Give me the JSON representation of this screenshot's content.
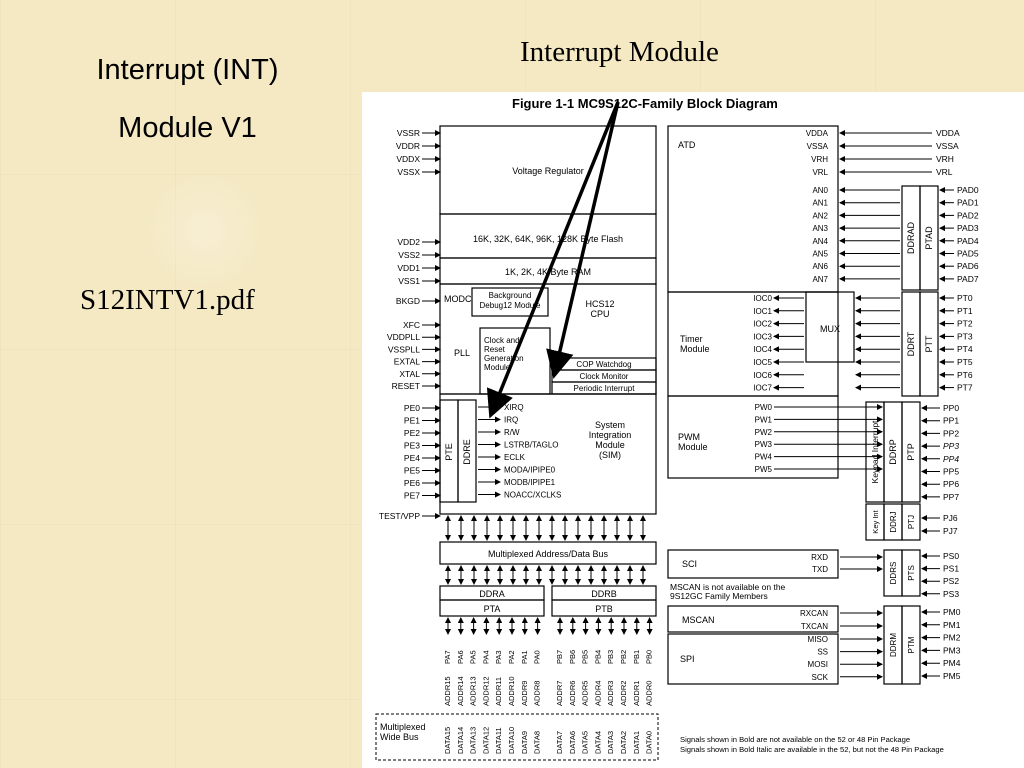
{
  "slide": {
    "title_line1": "Interrupt (INT)",
    "title_line2": "Module V1",
    "pdf_name": "S12INTV1.pdf",
    "callout": "Interrupt Module"
  },
  "figure": {
    "caption": "Figure 1-1  MC9S12C-Family Block Diagram",
    "blocks": {
      "voltage_regulator": "Voltage Regulator",
      "flash": "16K, 32K, 64K, 96K, 128K Byte Flash",
      "ram": "1K, 2K, 4K Byte RAM",
      "modc": "MODC",
      "bdm": [
        "Background",
        "Debug12 Module"
      ],
      "cpu": [
        "HCS12",
        "CPU"
      ],
      "pll": "PLL",
      "clock_gen": [
        "Clock and",
        "Reset",
        "Generation",
        "Module"
      ],
      "cop": "COP Watchdog",
      "clock_monitor": "Clock Monitor",
      "periodic_interrupt": "Periodic Interrupt",
      "pte": "PTE",
      "ddre": "DDRE",
      "sim_signals": [
        "XIRQ",
        "IRQ",
        "R/W",
        "LSTRB/TAGLO",
        "ECLK",
        "MODA/IPIPE0",
        "MODB/IPIPE1",
        "NOACC/XCLKS"
      ],
      "sim": [
        "System",
        "Integration",
        "Module",
        "(SIM)"
      ],
      "mux_bus": "Multiplexed Address/Data Bus",
      "ddra": "DDRA",
      "pta": "PTA",
      "ddrb": "DDRB",
      "ptb": "PTB",
      "atd": "ATD",
      "timer": [
        "Timer",
        "Module"
      ],
      "mux": "MUX",
      "pwm": [
        "PWM",
        "Module"
      ],
      "sci": "SCI",
      "mscan_note": [
        "MSCAN is not available on the",
        "9S12GC Family Members"
      ],
      "mscan": "MSCAN",
      "spi": "SPI",
      "ddrad": "DDRAD",
      "ptad": "PTAD",
      "ddrt": "DDRT",
      "ptt": "PTT",
      "keypad": "Keypad Interrupt",
      "ddrp": "DDRP",
      "ptp": "PTP",
      "keyint": "Key Int",
      "ddrj": "DDRJ",
      "ptj": "PTJ",
      "ddrs": "DDRS",
      "pts": "PTS",
      "ddrm": "DDRM",
      "ptm": "PTM",
      "mux_wide": [
        "Multiplexed",
        "Wide Bus"
      ]
    },
    "left_pins_power": [
      "VSSR",
      "VDDR",
      "VDDX",
      "VSSX"
    ],
    "left_pins_flash": [
      "VDD2",
      "VSS2",
      "VDD1",
      "VSS1"
    ],
    "left_pins_clock": [
      "BKGD",
      "XFC",
      "VDDPLL",
      "VSSPLL",
      "EXTAL",
      "XTAL",
      "RESET"
    ],
    "left_pins_pe": [
      "PE0",
      "PE1",
      "PE2",
      "PE3",
      "PE4",
      "PE5",
      "PE6",
      "PE7"
    ],
    "test_pin": "TEST/VPP",
    "atd_in": [
      "VDDA",
      "VSSA",
      "VRH",
      "VRL"
    ],
    "atd_out": [
      "VDDA",
      "VSSA",
      "VRH",
      "VRL"
    ],
    "an": [
      "AN0",
      "AN1",
      "AN2",
      "AN3",
      "AN4",
      "AN5",
      "AN6",
      "AN7"
    ],
    "pad": [
      "PAD0",
      "PAD1",
      "PAD2",
      "PAD3",
      "PAD4",
      "PAD5",
      "PAD6",
      "PAD7"
    ],
    "ioc": [
      "IOC0",
      "IOC1",
      "IOC2",
      "IOC3",
      "IOC4",
      "IOC5",
      "IOC6",
      "IOC7"
    ],
    "pt": [
      "PT0",
      "PT1",
      "PT2",
      "PT3",
      "PT4",
      "PT5",
      "PT6",
      "PT7"
    ],
    "pw": [
      "PW0",
      "PW1",
      "PW2",
      "PW3",
      "PW4",
      "PW5"
    ],
    "pp": [
      "PP0",
      "PP1",
      "PP2",
      "PP3",
      "PP4",
      "PP5",
      "PP6",
      "PP7"
    ],
    "pj": [
      "PJ6",
      "PJ7"
    ],
    "sci_sig": [
      "RXD",
      "TXD"
    ],
    "ps": [
      "PS0",
      "PS1",
      "PS2",
      "PS3"
    ],
    "mscan_sig": [
      "RXCAN",
      "TXCAN"
    ],
    "spi_sig": [
      "MISO",
      "SS",
      "MOSI",
      "SCK"
    ],
    "pm": [
      "PM0",
      "PM1",
      "PM2",
      "PM3",
      "PM4",
      "PM5"
    ],
    "pa_pins": [
      "PA7",
      "PA6",
      "PA5",
      "PA4",
      "PA3",
      "PA2",
      "PA1",
      "PA0"
    ],
    "pb_pins": [
      "PB7",
      "PB6",
      "PB5",
      "PB4",
      "PB3",
      "PB2",
      "PB1",
      "PB0"
    ],
    "addr_a": [
      "ADDR15",
      "ADDR14",
      "ADDR13",
      "ADDR12",
      "ADDR11",
      "ADDR10",
      "ADDR9",
      "ADDR8"
    ],
    "addr_b": [
      "ADDR7",
      "ADDR6",
      "ADDR5",
      "ADDR4",
      "ADDR3",
      "ADDR2",
      "ADDR1",
      "ADDR0"
    ],
    "data_a": [
      "DATA15",
      "DATA14",
      "DATA13",
      "DATA12",
      "DATA11",
      "DATA10",
      "DATA9",
      "DATA8"
    ],
    "data_b": [
      "DATA7",
      "DATA6",
      "DATA5",
      "DATA4",
      "DATA3",
      "DATA2",
      "DATA1",
      "DATA0"
    ],
    "notes": [
      "Signals shown in Bold are not available on the 52 or 48 Pin Package",
      "Signals shown in Bold Italic are available in the 52, but not the 48 Pin Package"
    ]
  }
}
